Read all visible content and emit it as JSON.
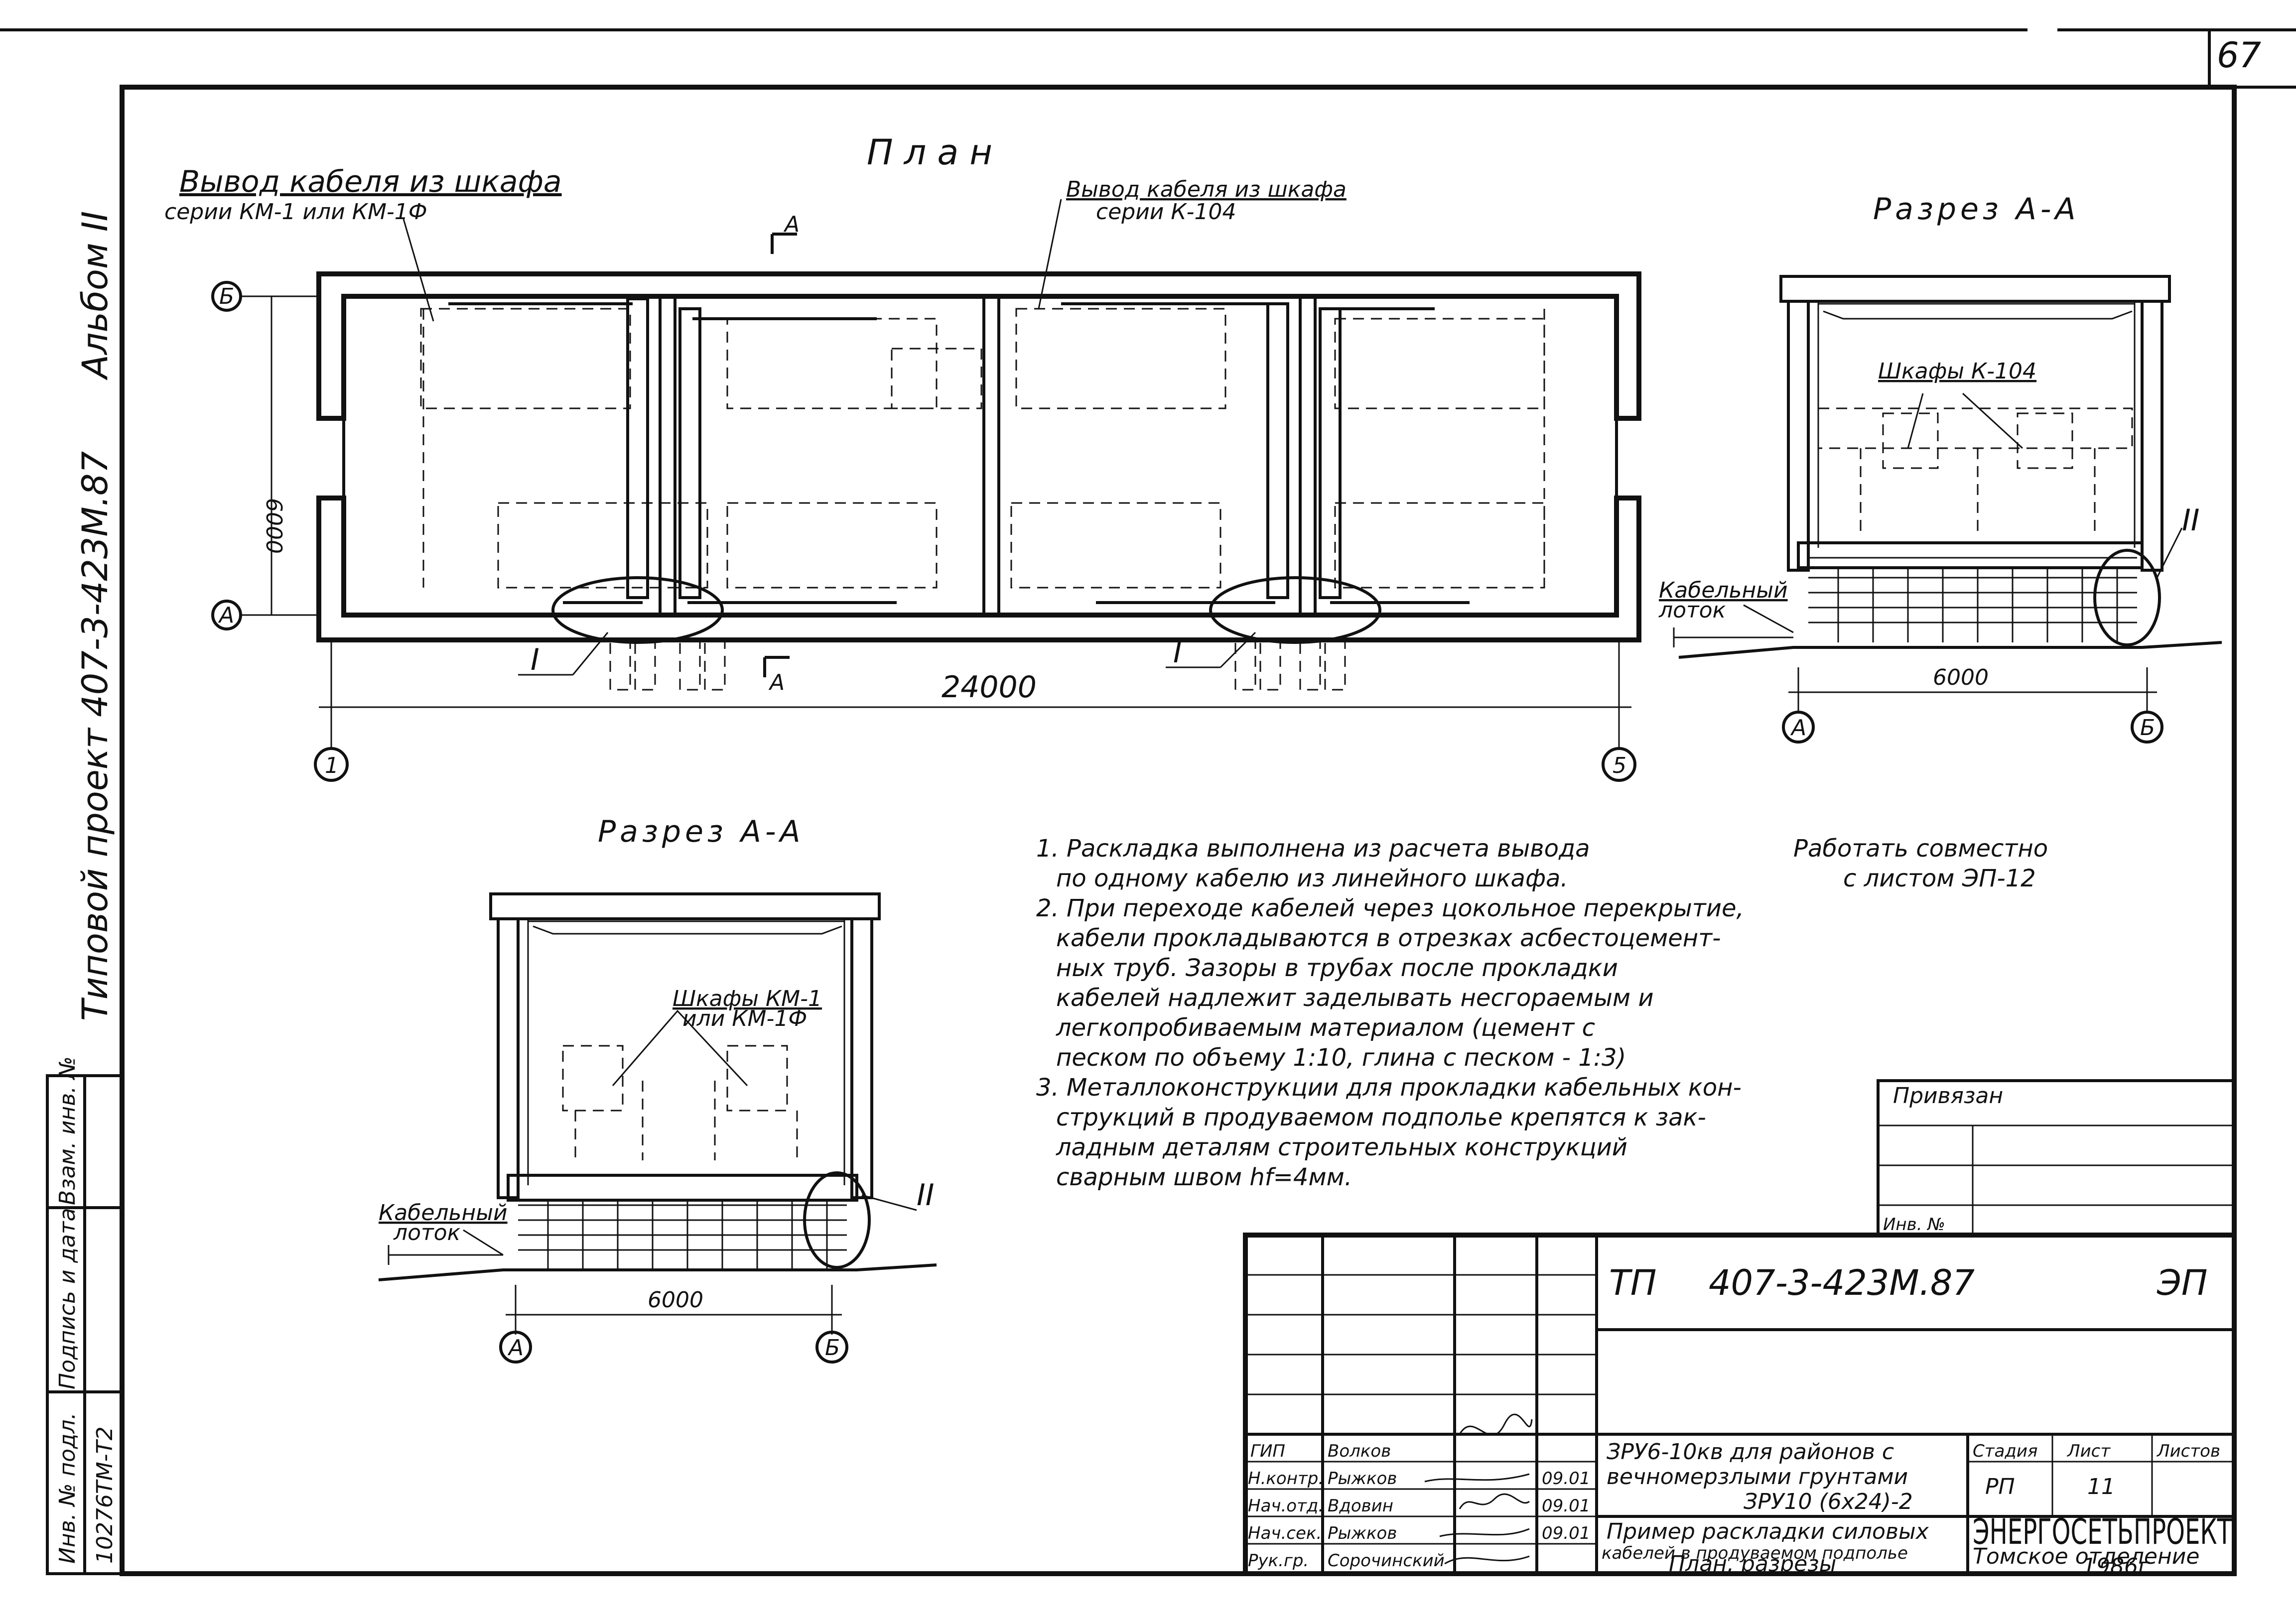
{
  "sheet": {
    "page_number": "67",
    "album_label": "Альбом II",
    "project_label": "Типовой проект 407-3-423М.87",
    "margin_stamp": {
      "inv_podl_label": "Инв. № подл.",
      "inv_podl_value": "10276ТМ-Т2",
      "sign_date_label": "Подпись и дата",
      "vzam_inv_label": "Взам. инв. №"
    }
  },
  "plan": {
    "title": "План",
    "callout_left_line1": "Вывод кабеля из шкафа",
    "callout_left_line2": "серии КМ-1 или КМ-1Ф",
    "callout_right_line1": "Вывод кабеля из шкафа",
    "callout_right_line2": "серии К-104",
    "dim_total": "24000",
    "dim_side": "6000",
    "axis_a": "А",
    "axis_b": "Б",
    "axis_1": "1",
    "axis_5": "5",
    "section_mark": "А",
    "detail_mark": "I"
  },
  "section_right": {
    "title": "Разрез А-А",
    "cabinets_label": "Шкафы К-104",
    "tray_label_line1": "Кабельный",
    "tray_label_line2": "лоток",
    "dim": "6000",
    "axis_a": "А",
    "axis_b": "Б",
    "detail_mark": "II"
  },
  "section_left": {
    "title": "Разрез А-А",
    "cabinets_label_line1": "Шкафы КМ-1",
    "cabinets_label_line2": "или КМ-1Ф",
    "tray_label_line1": "Кабельный",
    "tray_label_line2": "лоток",
    "dim": "6000",
    "axis_a": "А",
    "axis_b": "Б",
    "detail_mark": "II"
  },
  "notes": {
    "lines": [
      "1. Раскладка выполнена из расчета вывода",
      "по одному кабелю из линейного шкафа.",
      "2. При переходе кабелей через цокольное перекрытие,",
      "кабели прокладываются в отрезках асбестоцемент-",
      "ных труб. Зазоры в трубах после прокладки",
      "кабелей надлежит заделывать несгораемым и",
      "легкопробиваемым материалом (цемент с",
      "песком по объему 1:10, глина с песком - 1:3)",
      "3. Металлоконструкции для прокладки кабельных кон-",
      "струкций в продуваемом подполье крепятся к зак-",
      "ладным деталям строительных конструкций",
      "сварным швом hf=4мм."
    ],
    "work_together_line1": "Работать совместно",
    "work_together_line2": "с листом ЭП-12"
  },
  "binding_block": {
    "label": "Привязан",
    "inv_label": "Инв. №"
  },
  "title_block": {
    "code_prefix": "ТП",
    "code": "407-3-423М.87",
    "section_code": "ЭП",
    "object_line1": "ЗРУ6-10кв для районов с",
    "object_line2": "вечномерзлыми грунтами",
    "object_line3": "ЗРУ10 (6х24)-2",
    "drawing_line1": "Пример раскладки силовых",
    "drawing_line2": "кабелей в продуваемом подполье",
    "drawing_line3": "План, разрезы",
    "stage_header": "Стадия",
    "sheet_header": "Лист",
    "sheets_header": "Листов",
    "stage_value": "РП",
    "sheet_value": "11",
    "org_name": "ЭНЕРГОСЕТЬПРОЕКТ",
    "org_branch": "Томское отделение",
    "org_year": "1986г",
    "signers": [
      {
        "role": "ГИП",
        "name": "Волков",
        "date": ""
      },
      {
        "role": "Н.контр.",
        "name": "Рыжков",
        "date": "09.01"
      },
      {
        "role": "Нач.отд.",
        "name": "Вдовин",
        "date": "09.01"
      },
      {
        "role": "Нач.сек.",
        "name": "Рыжков",
        "date": "09.01"
      },
      {
        "role": "Рук.гр.",
        "name": "Сорочинский",
        "date": ""
      }
    ]
  }
}
